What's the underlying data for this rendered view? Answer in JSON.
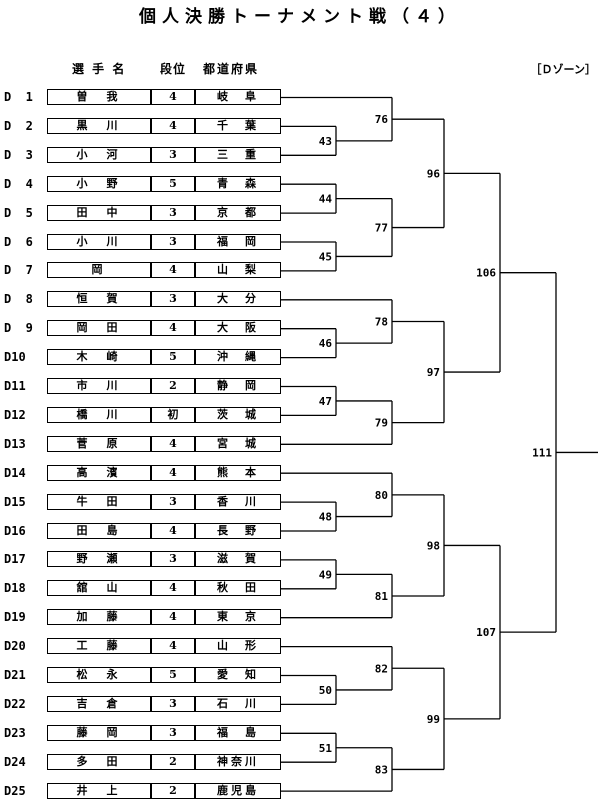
{
  "title": "個人決勝トーナメント戦（４）",
  "zone": "［Ｄゾーン］",
  "headers": {
    "name": "選 手 名",
    "dan": "段位",
    "pref": "都道府県"
  },
  "players": [
    {
      "seed": "D  1",
      "name": "曽　我",
      "dan": "4",
      "pref": "岐　阜"
    },
    {
      "seed": "D  2",
      "name": "黒　川",
      "dan": "4",
      "pref": "千　葉"
    },
    {
      "seed": "D  3",
      "name": "小　河",
      "dan": "3",
      "pref": "三　重"
    },
    {
      "seed": "D  4",
      "name": "小　野",
      "dan": "5",
      "pref": "青　森"
    },
    {
      "seed": "D  5",
      "name": "田　中",
      "dan": "3",
      "pref": "京　都"
    },
    {
      "seed": "D  6",
      "name": "小　川",
      "dan": "3",
      "pref": "福　岡"
    },
    {
      "seed": "D  7",
      "name": "岡",
      "dan": "4",
      "pref": "山　梨"
    },
    {
      "seed": "D  8",
      "name": "恒　賀",
      "dan": "3",
      "pref": "大　分"
    },
    {
      "seed": "D  9",
      "name": "岡　田",
      "dan": "4",
      "pref": "大　阪"
    },
    {
      "seed": "D10",
      "name": "木　崎",
      "dan": "5",
      "pref": "沖　縄"
    },
    {
      "seed": "D11",
      "name": "市　川",
      "dan": "2",
      "pref": "静　岡"
    },
    {
      "seed": "D12",
      "name": "橋　川",
      "dan": "初",
      "pref": "茨　城"
    },
    {
      "seed": "D13",
      "name": "菅　原",
      "dan": "4",
      "pref": "宮　城"
    },
    {
      "seed": "D14",
      "name": "高　濱",
      "dan": "4",
      "pref": "熊　本"
    },
    {
      "seed": "D15",
      "name": "牛　田",
      "dan": "3",
      "pref": "香　川"
    },
    {
      "seed": "D16",
      "name": "田　島",
      "dan": "4",
      "pref": "長　野"
    },
    {
      "seed": "D17",
      "name": "野　瀬",
      "dan": "3",
      "pref": "滋　賀"
    },
    {
      "seed": "D18",
      "name": "舘　山",
      "dan": "4",
      "pref": "秋　田"
    },
    {
      "seed": "D19",
      "name": "加　藤",
      "dan": "4",
      "pref": "東　京"
    },
    {
      "seed": "D20",
      "name": "工　藤",
      "dan": "4",
      "pref": "山　形"
    },
    {
      "seed": "D21",
      "name": "松　永",
      "dan": "5",
      "pref": "愛　知"
    },
    {
      "seed": "D22",
      "name": "吉　倉",
      "dan": "3",
      "pref": "石　川"
    },
    {
      "seed": "D23",
      "name": "藤　岡",
      "dan": "3",
      "pref": "福　島"
    },
    {
      "seed": "D24",
      "name": "多　田",
      "dan": "2",
      "pref": "神奈川"
    },
    {
      "seed": "D25",
      "name": "井　上",
      "dan": "2",
      "pref": "鹿児島"
    }
  ],
  "matches": [
    {
      "id": "43",
      "a": "p1",
      "b": "p2"
    },
    {
      "id": "44",
      "a": "p3",
      "b": "p4"
    },
    {
      "id": "45",
      "a": "p5",
      "b": "p6"
    },
    {
      "id": "46",
      "a": "p8",
      "b": "p9"
    },
    {
      "id": "47",
      "a": "p10",
      "b": "p11"
    },
    {
      "id": "48",
      "a": "p14",
      "b": "p15"
    },
    {
      "id": "49",
      "a": "p16",
      "b": "p17"
    },
    {
      "id": "50",
      "a": "p20",
      "b": "p21"
    },
    {
      "id": "51",
      "a": "p22",
      "b": "p23"
    },
    {
      "id": "76",
      "a": "p0",
      "b": "43"
    },
    {
      "id": "77",
      "a": "44",
      "b": "45"
    },
    {
      "id": "78",
      "a": "p7",
      "b": "46"
    },
    {
      "id": "79",
      "a": "47",
      "b": "p12"
    },
    {
      "id": "80",
      "a": "p13",
      "b": "48"
    },
    {
      "id": "81",
      "a": "49",
      "b": "p18"
    },
    {
      "id": "82",
      "a": "p19",
      "b": "50"
    },
    {
      "id": "83",
      "a": "51",
      "b": "p24"
    },
    {
      "id": "96",
      "a": "76",
      "b": "77"
    },
    {
      "id": "97",
      "a": "78",
      "b": "79"
    },
    {
      "id": "98",
      "a": "80",
      "b": "81"
    },
    {
      "id": "99",
      "a": "82",
      "b": "83"
    },
    {
      "id": "106",
      "a": "96",
      "b": "97"
    },
    {
      "id": "107",
      "a": "98",
      "b": "99"
    },
    {
      "id": "111",
      "a": "106",
      "b": "107"
    }
  ]
}
